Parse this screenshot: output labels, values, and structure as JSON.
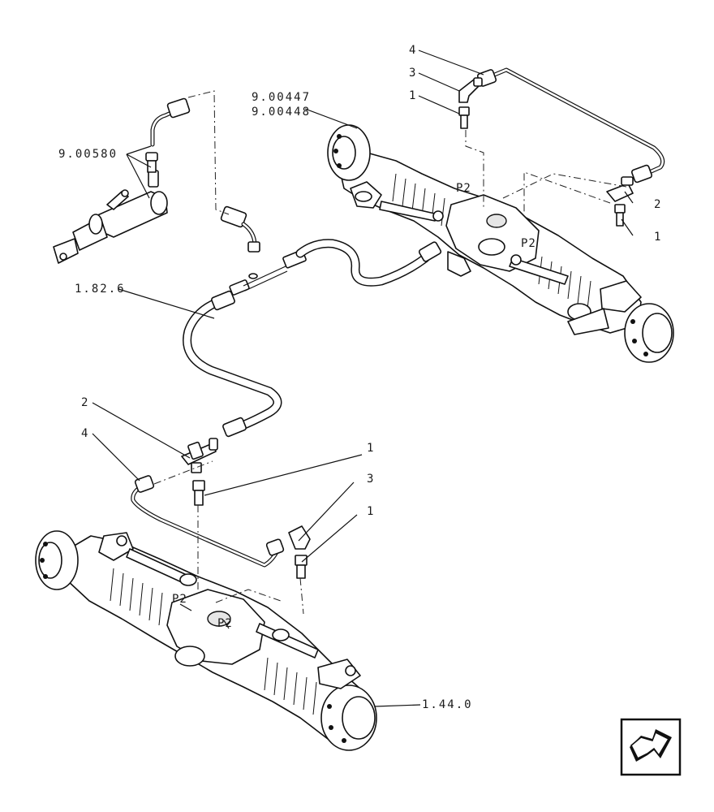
{
  "labels": {
    "ref_9_00447": "9.00447",
    "ref_9_00448": "9.00448",
    "ref_9_00580": "9.00580",
    "ref_1_82_6": "1.82.6",
    "ref_1_44_0": "1.44.0",
    "top_4": "4",
    "top_3": "3",
    "top_1a": "1",
    "top_2": "2",
    "top_1b": "1",
    "bot_2": "2",
    "bot_4": "4",
    "bot_1a": "1",
    "bot_3": "3",
    "bot_1b": "1",
    "p2_top_a": "P2",
    "p2_top_b": "P2",
    "p2_bot_a": "P2",
    "p2_bot_b": "P2"
  },
  "nav": {
    "icon": "next-page-arrow-icon"
  }
}
